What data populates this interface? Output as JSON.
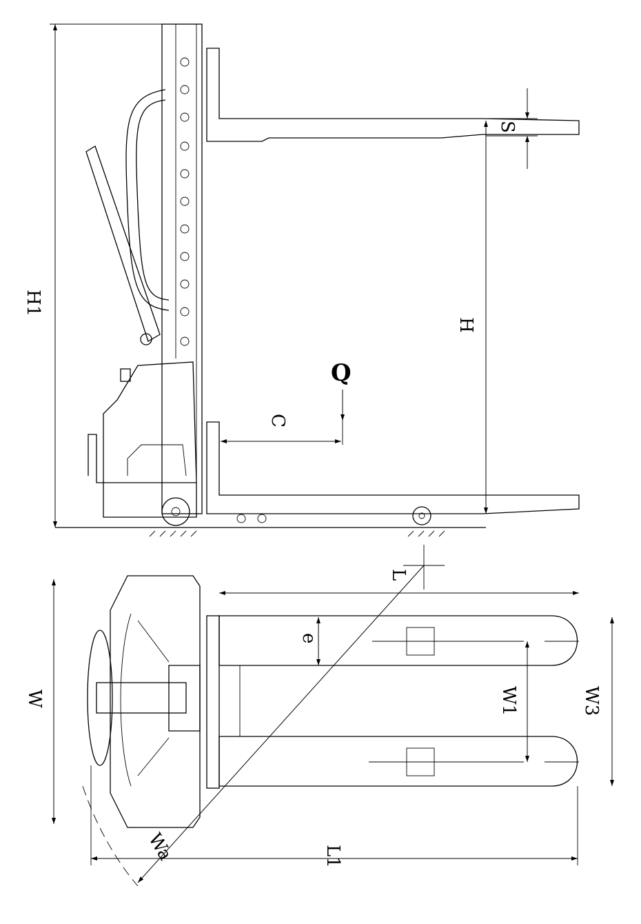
{
  "drawing": {
    "title": "Pallet stacker dimension drawing",
    "side_view": {
      "labels": {
        "overall_height": "H1",
        "lift_height": "H",
        "fork_thickness": "S",
        "load": "Q",
        "load_center": "C"
      }
    },
    "top_view": {
      "labels": {
        "fork_length": "L",
        "fork_width": "e",
        "overall_width": "W",
        "fork_inner_width": "W1",
        "fork_outer_width": "W3",
        "overall_length": "L1",
        "turning_radius": "Wa"
      }
    }
  }
}
